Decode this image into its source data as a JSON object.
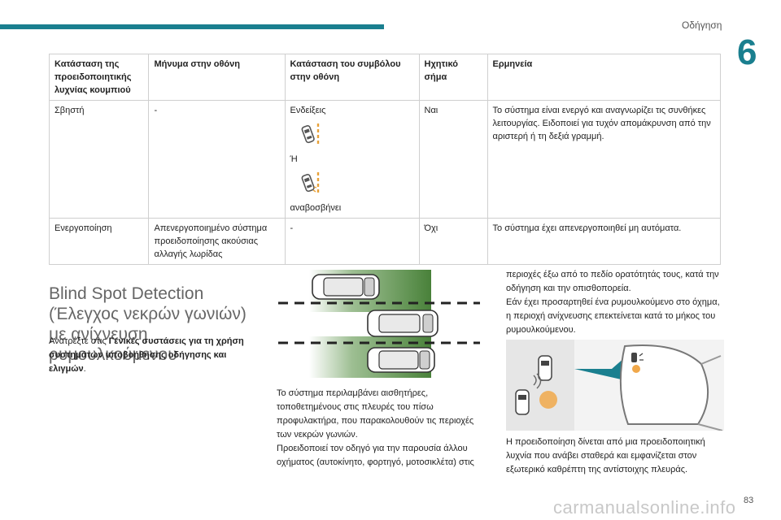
{
  "header": {
    "section": "Οδήγηση",
    "chapter": "6"
  },
  "table": {
    "headers": [
      "Κατάσταση της προειδοποιητικής λυχνίας κουμπιού",
      "Μήνυμα στην οθόνη",
      "Κατάσταση του συμβόλου στην οθόνη",
      "Ηχητικό σήμα",
      "Ερμηνεία"
    ],
    "row1": {
      "lamp": "Σβηστή",
      "message": "-",
      "symbol_on": "Ενδείξεις",
      "symbol_or": "Ή",
      "symbol_flash": "αναβοσβήνει",
      "sound": "Ναι",
      "meaning": "Το σύστημα είναι ενεργό και αναγνωρίζει τις συνθήκες λειτουργίας. Ειδοποιεί για τυχόν απομάκρυνση από την αριστερή ή τη δεξιά γραμμή."
    },
    "row2": {
      "lamp": "Ενεργοποίηση",
      "message": "Απενεργοποιημένο σύστημα προειδοποίησης ακούσιας αλλαγής λωρίδας",
      "symbol": "-",
      "sound": "Όχι",
      "meaning": "Το σύστημα έχει απενεργοποιηθεί μη αυτόματα."
    }
  },
  "section": {
    "title": "Blind Spot Detection (Έλεγχος νεκρών γωνιών) με ανίχνευση ρυμουλκούμενου",
    "ref_prefix": "Ανατρέξτε στις ",
    "ref_bold": "Γενικές συστάσεις για τη χρήση συστημάτων υποβοήθησης οδήγησης και ελιγμών",
    "ref_suffix": ".",
    "col2_p1": "Το σύστημα περιλαμβάνει αισθητήρες, τοποθετημένους στις πλευρές του πίσω προφυλακτήρα, που παρακολουθούν τις περιοχές των νεκρών γωνιών.",
    "col2_p2": "Προειδοποιεί τον οδηγό για την παρουσία άλλου οχήματος (αυτοκίνητο, φορτηγό, μοτοσικλέτα) στις",
    "col3_p1": "περιοχές έξω από το πεδίο ορατότητάς τους, κατά την οδήγηση και την οπισθοπορεία.",
    "col3_p2": "Εάν έχει προσαρτηθεί ένα ρυμουλκούμενο στο όχημα, η περιοχή ανίχνευσης επεκτείνεται κατά το μήκος του ρυμουλκούμενου.",
    "col3_p3": "Η προειδοποίηση δίνεται από μια προειδοποιητική λυχνία που ανάβει σταθερά και εμφανίζεται στον εξωτερικό καθρέπτη της αντίστοιχης πλευράς."
  },
  "footer": {
    "page": "83",
    "watermark": "carmanualsonline.info"
  },
  "colors": {
    "accent": "#1a7f8f",
    "detect_zone": "#4e8a3a",
    "warning": "#f0a84a"
  }
}
